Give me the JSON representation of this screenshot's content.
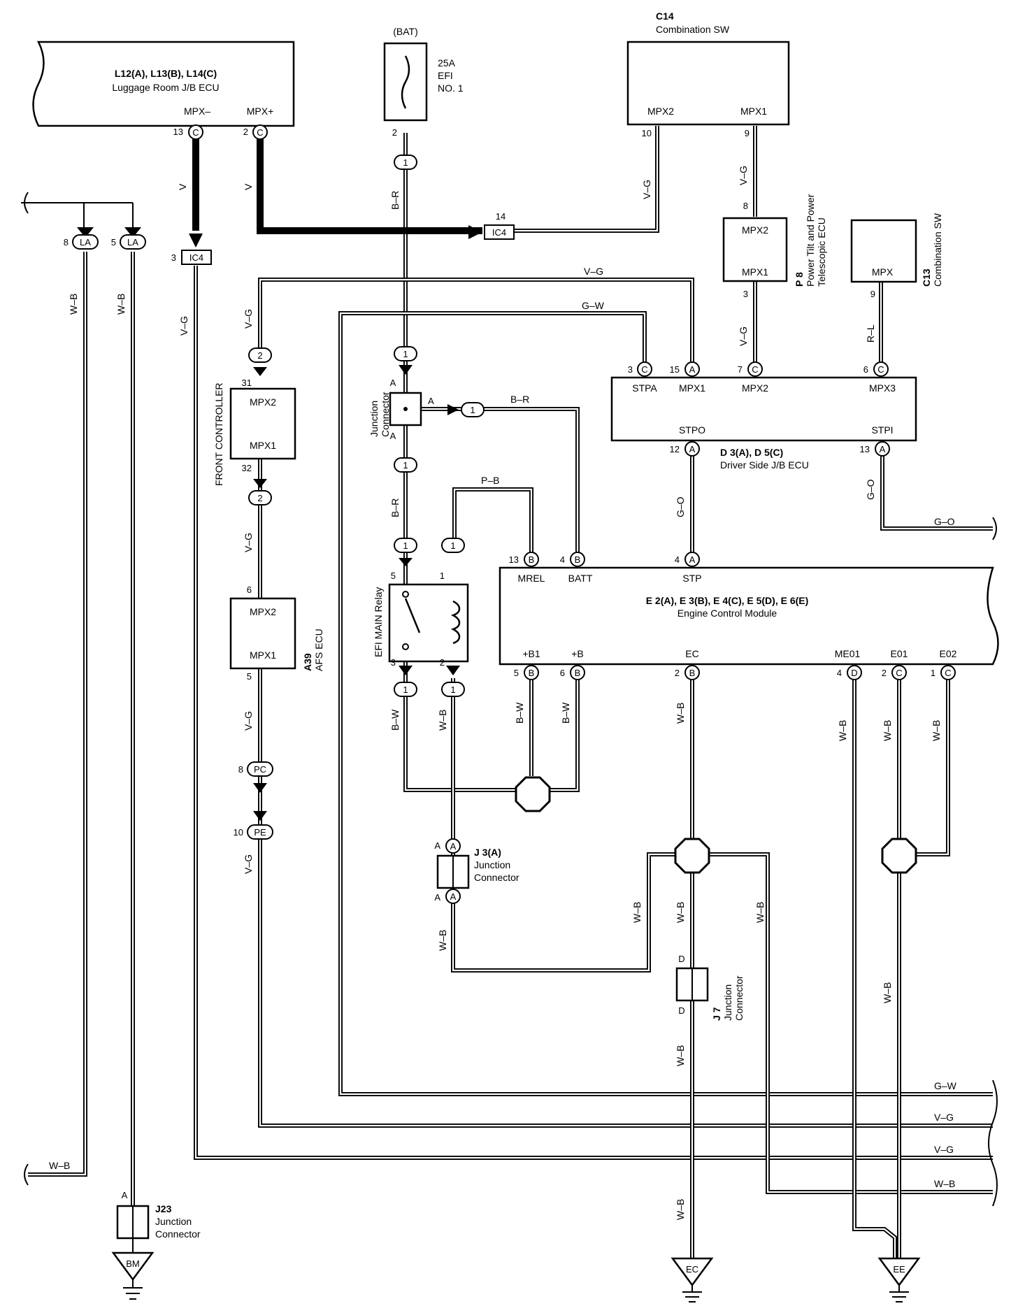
{
  "components": {
    "luggage_ecu": {
      "name": "L12(A), L13(B), L14(C)",
      "desc": "Luggage Room J/B ECU",
      "pin_mpx_minus": "MPX–",
      "pin_mpx_plus": "MPX+",
      "pin13": "13",
      "pin2": "2",
      "conn_c": "C"
    },
    "bat": {
      "label": "(BAT)",
      "fuse": "25A",
      "fuse_name1": "EFI",
      "fuse_name2": "NO. 1",
      "pin2": "2"
    },
    "c14": {
      "code": "C14",
      "desc": "Combination SW",
      "mpx2": "MPX2",
      "mpx1": "MPX1",
      "pin10": "10",
      "pin9": "9"
    },
    "p8": {
      "code": "P 8",
      "desc1": "Power Tilt and Power",
      "desc2": "Telescopic ECU",
      "mpx2": "MPX2",
      "mpx1": "MPX1",
      "pin8": "8",
      "pin3": "3"
    },
    "c13": {
      "code": "C13",
      "desc": "Combination SW",
      "mpx": "MPX",
      "pin9": "9"
    },
    "front_controller": {
      "name": "FRONT CONTROLLER",
      "mpx2": "MPX2",
      "mpx1": "MPX1",
      "pin31": "31",
      "pin32": "32"
    },
    "a39": {
      "code": "A39",
      "desc": "AFS ECU",
      "mpx2": "MPX2",
      "mpx1": "MPX1",
      "pin6": "6",
      "pin5": "5"
    },
    "junction_connector": {
      "name1": "Junction",
      "name2": "Connector",
      "a": "A"
    },
    "efi_relay": {
      "name": "EFI MAIN Relay",
      "pin5": "5",
      "pin1": "1",
      "pin3": "3",
      "pin2": "2"
    },
    "d3": {
      "name": "D 3(A), D 5(C)",
      "desc": "Driver Side J/B ECU",
      "stpa": "STPA",
      "mpx1": "MPX1",
      "mpx2": "MPX2",
      "mpx3": "MPX3",
      "stpo": "STPO",
      "stpi": "STPI",
      "pin3": "3",
      "pin15": "15",
      "pin7": "7",
      "pin6": "6",
      "pin12": "12",
      "pin13": "13"
    },
    "ecm": {
      "name": "E 2(A), E 3(B), E 4(C), E 5(D), E 6(E)",
      "desc": "Engine Control Module",
      "mrel": "MREL",
      "batt": "BATT",
      "stp": "STP",
      "b1": "+B1",
      "b": "+B",
      "ec": "EC",
      "me01": "ME01",
      "e01": "E01",
      "e02": "E02",
      "pin13": "13",
      "pin4a": "4",
      "pin4b": "4",
      "pin5": "5",
      "pin6": "6",
      "pin2a": "2",
      "pin4c": "4",
      "pin2b": "2",
      "pin1": "1"
    },
    "j3": {
      "name": "J 3(A)",
      "desc1": "Junction",
      "desc2": "Connector",
      "a": "A"
    },
    "j7": {
      "code": "J 7",
      "desc1": "Junction",
      "desc2": "Connector",
      "d": "D"
    },
    "j23": {
      "code": "J23",
      "desc1": "Junction",
      "desc2": "Connector",
      "a": "A"
    }
  },
  "inline_connectors": {
    "ic4": "IC4",
    "ic4_pin14": "14",
    "ic4_pin3": "3",
    "la": "LA",
    "la_pin8": "8",
    "la_pin5": "5",
    "pc": "PC",
    "pc_pin8": "8",
    "pe": "PE",
    "pe_pin10": "10",
    "one": "1",
    "two": "2"
  },
  "grounds": {
    "bm": "BM",
    "ec": "EC",
    "ee": "EE"
  },
  "wire_colors": {
    "v": "V",
    "vg": "V–G",
    "gw": "G–W",
    "br": "B–R",
    "pb": "P–B",
    "go": "G–O",
    "rl": "R–L",
    "bw": "B–W",
    "wb": "W–B"
  },
  "right_edge_labels": [
    "G–O",
    "G–W",
    "V–G",
    "V–G",
    "W–B"
  ],
  "left_edge_label": "W–B"
}
